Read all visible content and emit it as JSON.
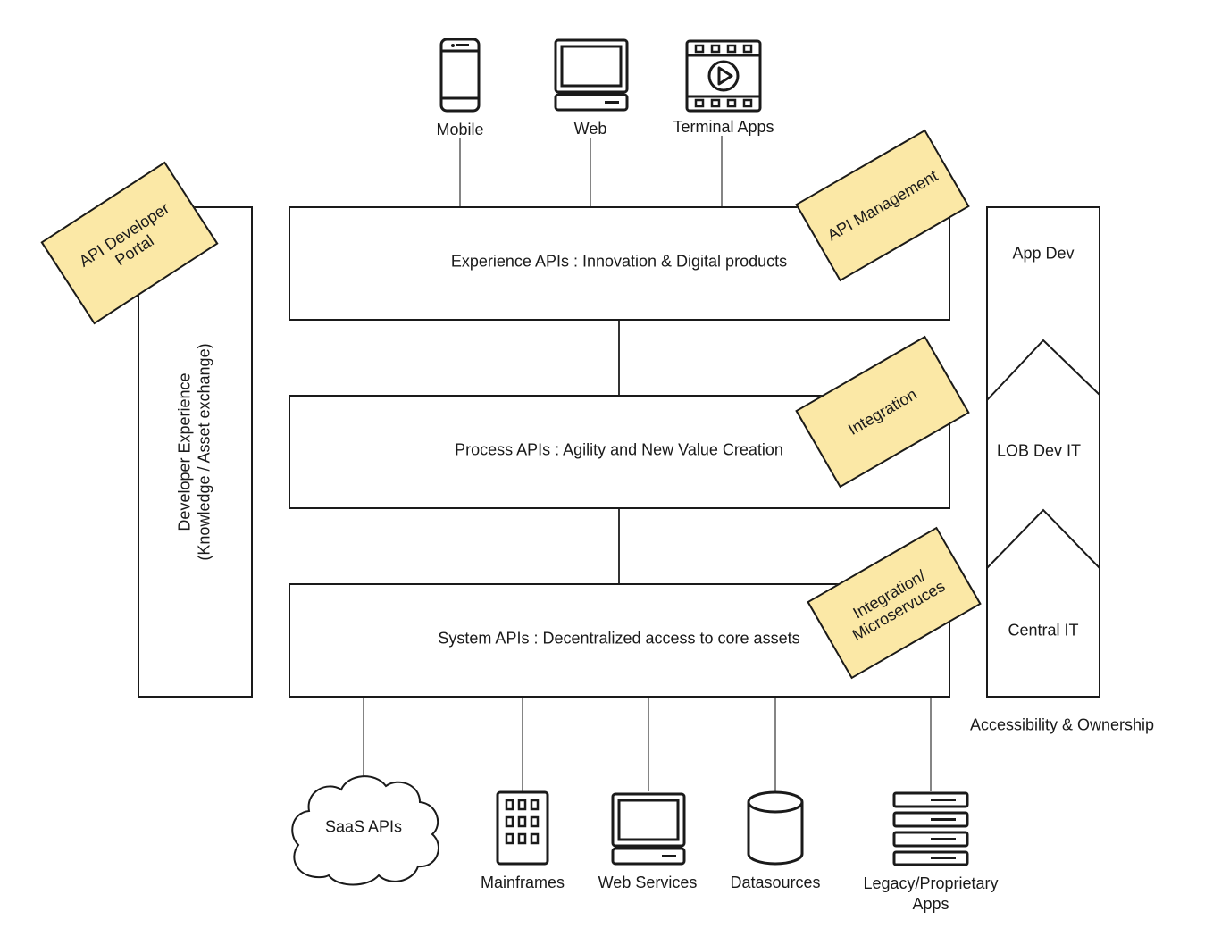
{
  "clients": {
    "mobile": "Mobile",
    "web": "Web",
    "terminal": "Terminal Apps"
  },
  "layers": {
    "experience": "Experience APIs : Innovation & Digital products",
    "process": "Process APIs : Agility and New Value Creation",
    "system": "System APIs : Decentralized access to core assets"
  },
  "notes": {
    "api_management": "API Management",
    "integration": "Integration",
    "integration_micro_line1": "Integration/",
    "integration_micro_line2": "Microservuces",
    "dev_portal_line1": "API Developer",
    "dev_portal_line2": "Portal"
  },
  "developer_experience": {
    "line1": "Developer Experience",
    "line2": "(Knowledge / Asset exchange)"
  },
  "ownership": {
    "app_dev": "App Dev",
    "lob_dev_it": "LOB Dev IT",
    "central_it": "Central IT",
    "caption": "Accessibility & Ownership"
  },
  "backends": {
    "saas": "SaaS APIs",
    "mainframes": "Mainframes",
    "web_services": "Web Services",
    "datasources": "Datasources",
    "legacy_line1": "Legacy/Proprietary",
    "legacy_line2": "Apps"
  },
  "colors": {
    "note_fill": "#fbe8a6",
    "stroke": "#1a1a1a"
  }
}
